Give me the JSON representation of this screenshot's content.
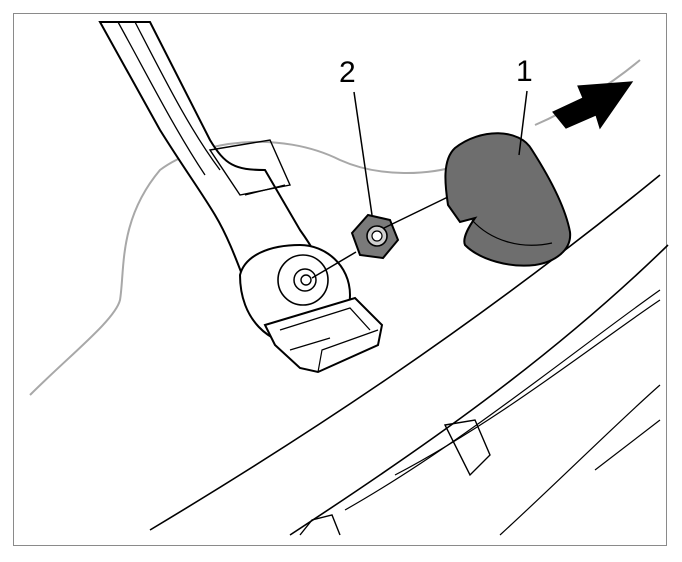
{
  "callouts": {
    "one": "1",
    "two": "2"
  },
  "parts": [
    {
      "number": "1",
      "name": "cover-cap"
    },
    {
      "number": "2",
      "name": "hex-nut"
    }
  ],
  "colors": {
    "outline": "#000000",
    "cap_fill": "#6e6e6e",
    "nut_fill": "#7a7a7a",
    "arrow_fill": "#000000",
    "frame": "#8a8a8a",
    "window_edge": "#a8a8a8"
  }
}
